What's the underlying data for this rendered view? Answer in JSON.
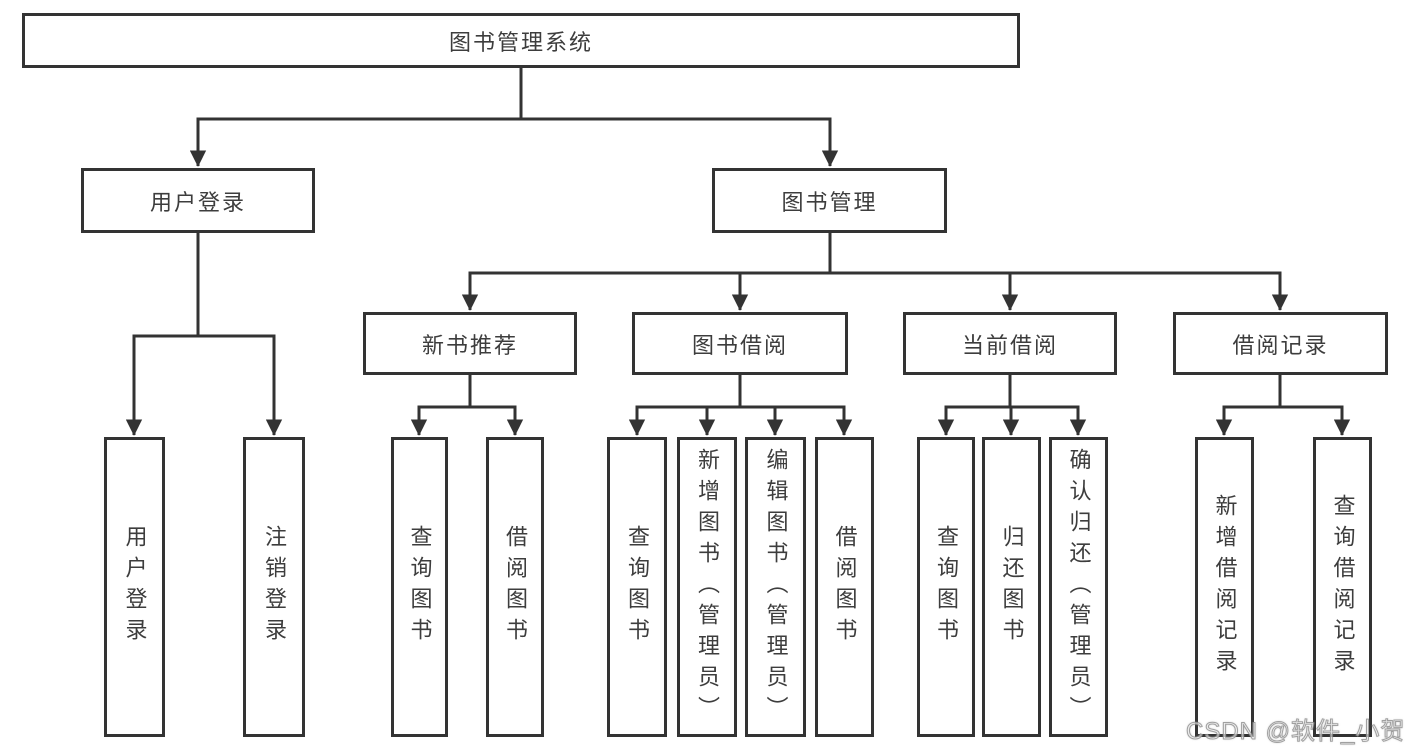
{
  "palette": {
    "line": "#333333",
    "text": "#3d3d3d",
    "background": "#ffffff",
    "watermark_gray": "#c8c8c8"
  },
  "root": {
    "label": "图书管理系统"
  },
  "level2": [
    {
      "label": "用户登录"
    },
    {
      "label": "图书管理"
    }
  ],
  "level3": [
    {
      "label": "新书推荐"
    },
    {
      "label": "图书借阅"
    },
    {
      "label": "当前借阅"
    },
    {
      "label": "借阅记录"
    }
  ],
  "leaves": {
    "user_login": [
      {
        "label": "用户登录"
      },
      {
        "label": "注销登录"
      }
    ],
    "new_book_rec": [
      {
        "label": "查询图书"
      },
      {
        "label": "借阅图书"
      }
    ],
    "book_borrow": [
      {
        "label": "查询图书"
      },
      {
        "label": "新增图书（管理员）"
      },
      {
        "label": "编辑图书（管理员）"
      },
      {
        "label": "借阅图书"
      }
    ],
    "current_borrow": [
      {
        "label": "查询图书"
      },
      {
        "label": "归还图书"
      },
      {
        "label": "确认归还（管理员）"
      }
    ],
    "borrow_record": [
      {
        "label": "新增借阅记录"
      },
      {
        "label": "查询借阅记录"
      }
    ]
  },
  "watermark": {
    "text": "CSDN @软件_小贺同学"
  }
}
